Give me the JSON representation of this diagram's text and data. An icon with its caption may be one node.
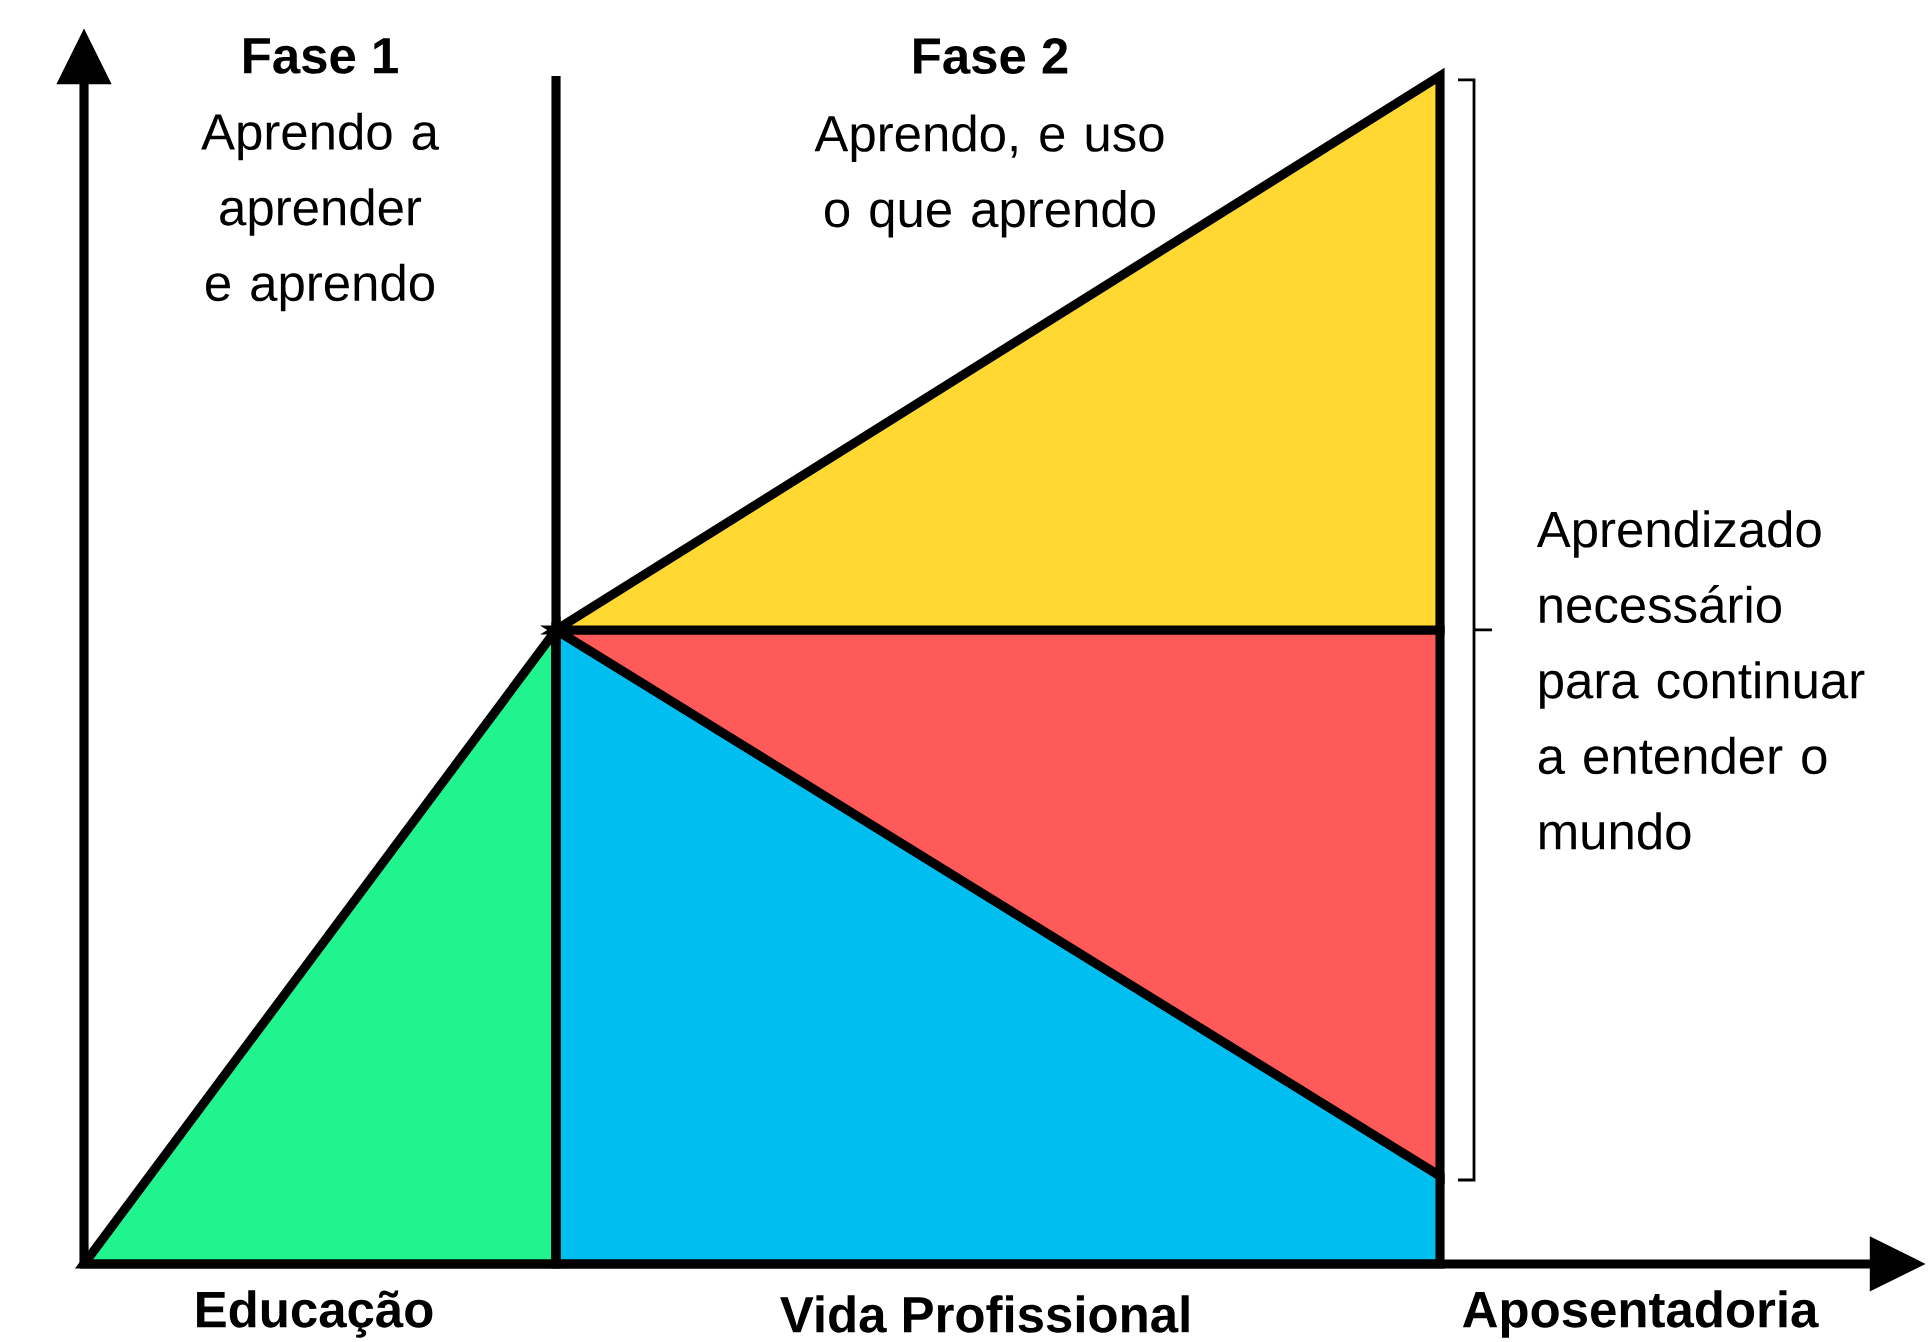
{
  "diagram": {
    "labels": [
      "Fase 1",
      "Aprendo a aprender e aprendo",
      "Fase 2",
      "Aprendo, e uso o que aprendo",
      "Aprendizado necessário para continuar a entender o mundo",
      "Educação",
      "Vida Profissional",
      "Aposentadoria"
    ]
  }
}
